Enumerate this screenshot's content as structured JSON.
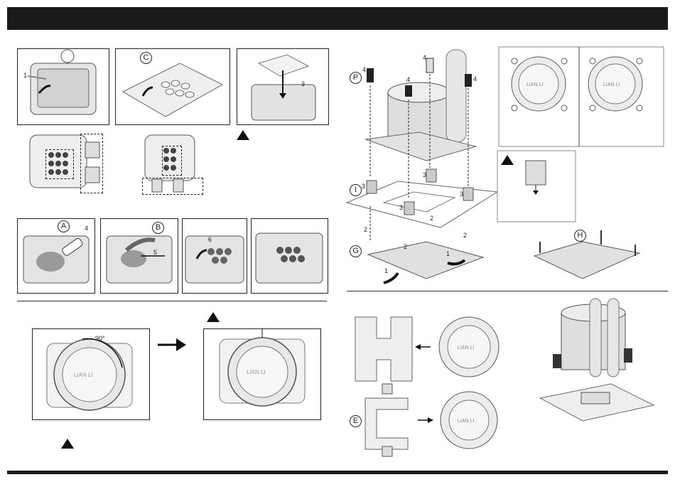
{
  "header": {
    "title": ""
  },
  "steps": {
    "s1_number": "1",
    "s2_letter": "C",
    "s3_number": "3",
    "paste": {
      "letter_a": "A",
      "num_4": "4",
      "letter_b": "B",
      "num_5": "5",
      "num_6": "6"
    }
  },
  "rotate": {
    "angle": "90°"
  },
  "install": {
    "callout_p": "P",
    "callout_i": "I",
    "callout_g": "G",
    "callout_h": "H",
    "num_4": "4",
    "num_3": "3",
    "num_2": "2",
    "num_1": "1",
    "logo": "LIAN LI"
  },
  "bracket": {
    "callout_e": "E"
  }
}
